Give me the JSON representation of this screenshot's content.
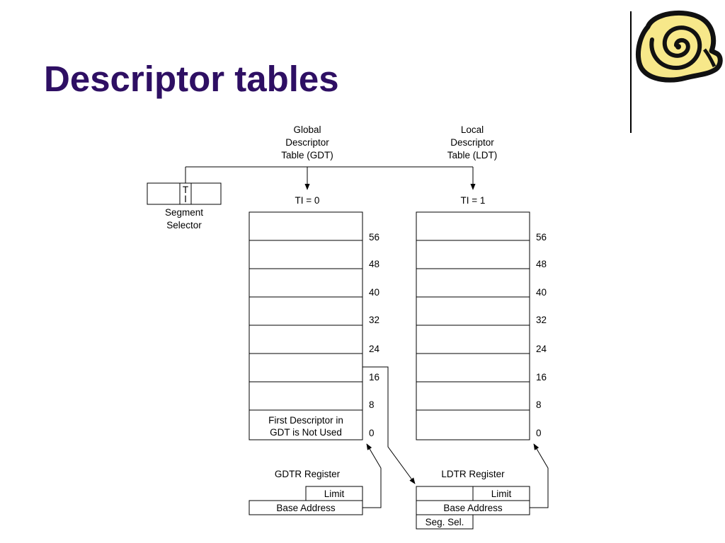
{
  "slide": {
    "title": "Descriptor tables",
    "logo_icon": "nautilus-shell-icon"
  },
  "diagram": {
    "gdt_heading": [
      "Global",
      "Descriptor",
      "Table (GDT)"
    ],
    "ldt_heading": [
      "Local",
      "Descriptor",
      "Table (LDT)"
    ],
    "gdt_ti": "TI = 0",
    "ldt_ti": "TI = 1",
    "selector_ti_letters": [
      "T",
      "I"
    ],
    "selector_caption": [
      "Segment",
      "Selector"
    ],
    "offsets": [
      "56",
      "48",
      "40",
      "32",
      "24",
      "16",
      "8",
      "0"
    ],
    "gdt_first_entry": [
      "First Descriptor in",
      "GDT is Not Used"
    ],
    "gdtr": {
      "title": "GDTR Register",
      "limit": "Limit",
      "base": "Base Address"
    },
    "ldtr": {
      "title": "LDTR Register",
      "limit": "Limit",
      "base": "Base Address",
      "segsel": "Seg. Sel."
    }
  },
  "colors": {
    "title": "#2e0f63",
    "logo_fill": "#f7e88a",
    "logo_stroke": "#111111"
  }
}
